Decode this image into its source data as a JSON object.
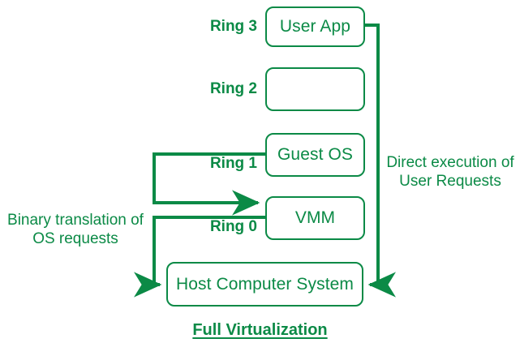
{
  "diagram": {
    "title": "Full Virtualization",
    "accent_color": "#0b8a46",
    "background_color": "#ffffff",
    "boxes": [
      {
        "id": "user-app",
        "label": "User App"
      },
      {
        "id": "ring2-empty",
        "label": ""
      },
      {
        "id": "guest-os",
        "label": "Guest OS"
      },
      {
        "id": "vmm",
        "label": "VMM"
      },
      {
        "id": "host-computer-system",
        "label": "Host Computer System"
      }
    ],
    "ring_labels": [
      {
        "id": "ring-3",
        "label": "Ring 3"
      },
      {
        "id": "ring-2",
        "label": "Ring 2"
      },
      {
        "id": "ring-1",
        "label": "Ring 1"
      },
      {
        "id": "ring-0",
        "label": "Ring 0"
      }
    ],
    "annotations": [
      {
        "id": "binary-translation",
        "label": "Binary translation of\nOS requests"
      },
      {
        "id": "direct-execution",
        "label": "Direct execution of\nUser Requests"
      }
    ],
    "connectors": [
      {
        "id": "guest-os-to-vmm",
        "from": "guest-os",
        "to": "vmm",
        "arrow": "to"
      },
      {
        "id": "vmm-to-host",
        "from": "vmm",
        "to": "host-computer-system",
        "arrow": "to"
      },
      {
        "id": "user-app-to-host",
        "from": "user-app",
        "to": "host-computer-system",
        "arrow": "to"
      }
    ]
  }
}
